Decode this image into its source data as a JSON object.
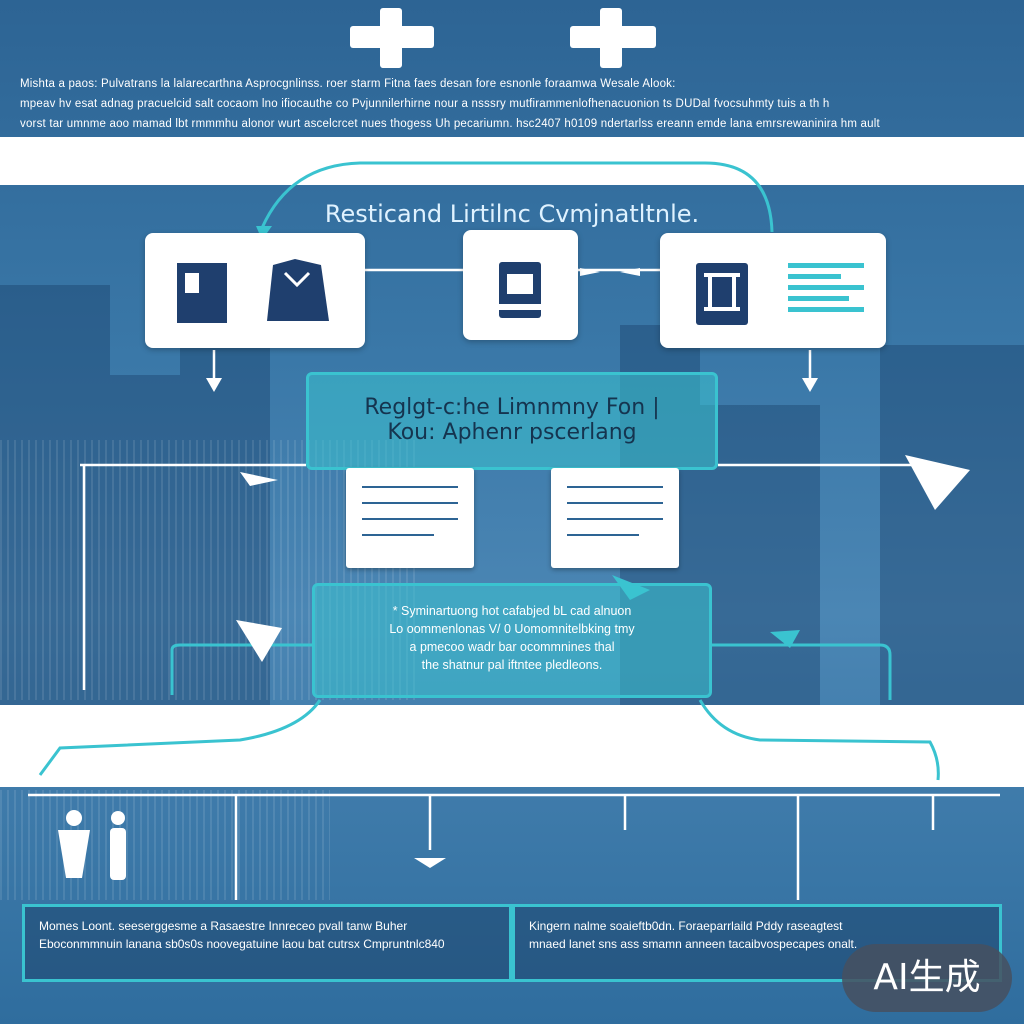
{
  "header": {
    "line1": "Mishta a paos: Pulvatrans la lalarecarthna Asprocgnlinss. roer starm Fitna faes desan fore esnonle foraamwa Wesale Alook:",
    "line2": "mpeav hv esat adnag pracuelcid salt cocaom lno ifiocauthe co Pvjunnilerhirne nour a nsssry mutfirammenlofhenacuonion ts DUDal fvocsuhmty tuis a th h",
    "line3": "vorst tar umnme aoo mamad lbt rmmmhu alonor wurt ascelcrcet nues thogess Uh pecariumn. hsc2407 h0109 ndertarlss ereann emde lana emrsrewaninira hm ault"
  },
  "diagram": {
    "title": "Resticand Lirtilnc Cvmjnatltnle.",
    "center_box": {
      "line1": "Reglgt-c:he Limnmny Fon |",
      "line2": "Kou: Aphenr pscerlang"
    },
    "note_box": {
      "line1": "* Syminartuong hot cafabjed bL cad alnuon",
      "line2": "Lo oommenlonas V/ 0 Uomomnitelbking tmy",
      "line3": "a pmecoo wadr bar ocommnines thal",
      "line4": "the shatnur pal iftntee pledleons."
    }
  },
  "footer": {
    "left_line1": "Momes Loont. seeserggesme a Rasaestre Innreceo pvall tanw Buher",
    "left_line2": "Eboconmmnuin lanana sb0s0s noovegatuine laou bat cutrsx Cmpruntnlc840",
    "right_line1": "Kingern nalme soaieftb0dn. Foraeparrlaild Pddy raseagtest",
    "right_line2": "mnaed lanet sns ass smamn anneen tacaibvospecapes onalt."
  },
  "badge": {
    "label": "AI生成"
  },
  "colors": {
    "background": "#3a78a8",
    "accent_teal": "#3ac3d0",
    "icon_navy": "#1f3f6e",
    "band": "#ffffff"
  }
}
